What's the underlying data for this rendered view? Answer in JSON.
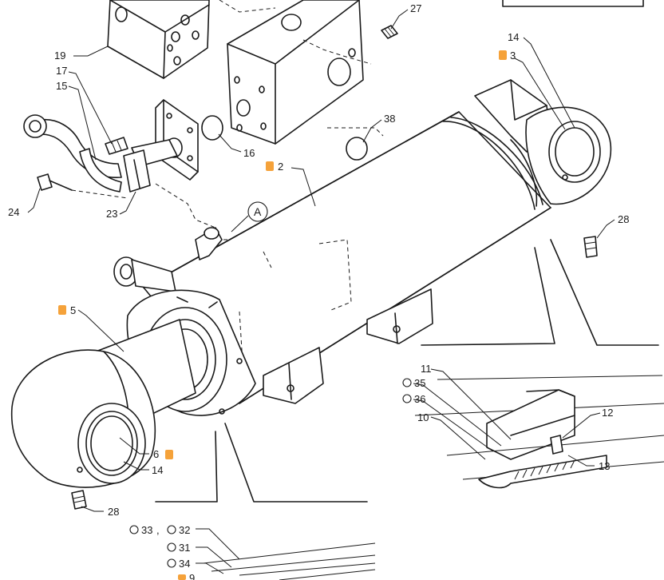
{
  "colors": {
    "line": "#1a1a1a",
    "badge": "#f5a23a",
    "background": "#ffffff"
  },
  "labels": {
    "l27": "27",
    "l19": "19",
    "l17": "17",
    "l15": "15",
    "l16": "16",
    "l38": "38",
    "l14_top": "14",
    "l3": "3",
    "l2": "2",
    "l24": "24",
    "l23": "23",
    "lA": "A",
    "l28_right": "28",
    "l5": "5",
    "l11": "11",
    "l35": "35",
    "l36": "36",
    "l10": "10",
    "l12": "12",
    "l13": "13",
    "l6": "6",
    "l14_bottom": "14",
    "l28_bottom": "28",
    "l33": "33",
    "l32": "32",
    "l31": "31",
    "l34": "34",
    "l9": "9"
  }
}
